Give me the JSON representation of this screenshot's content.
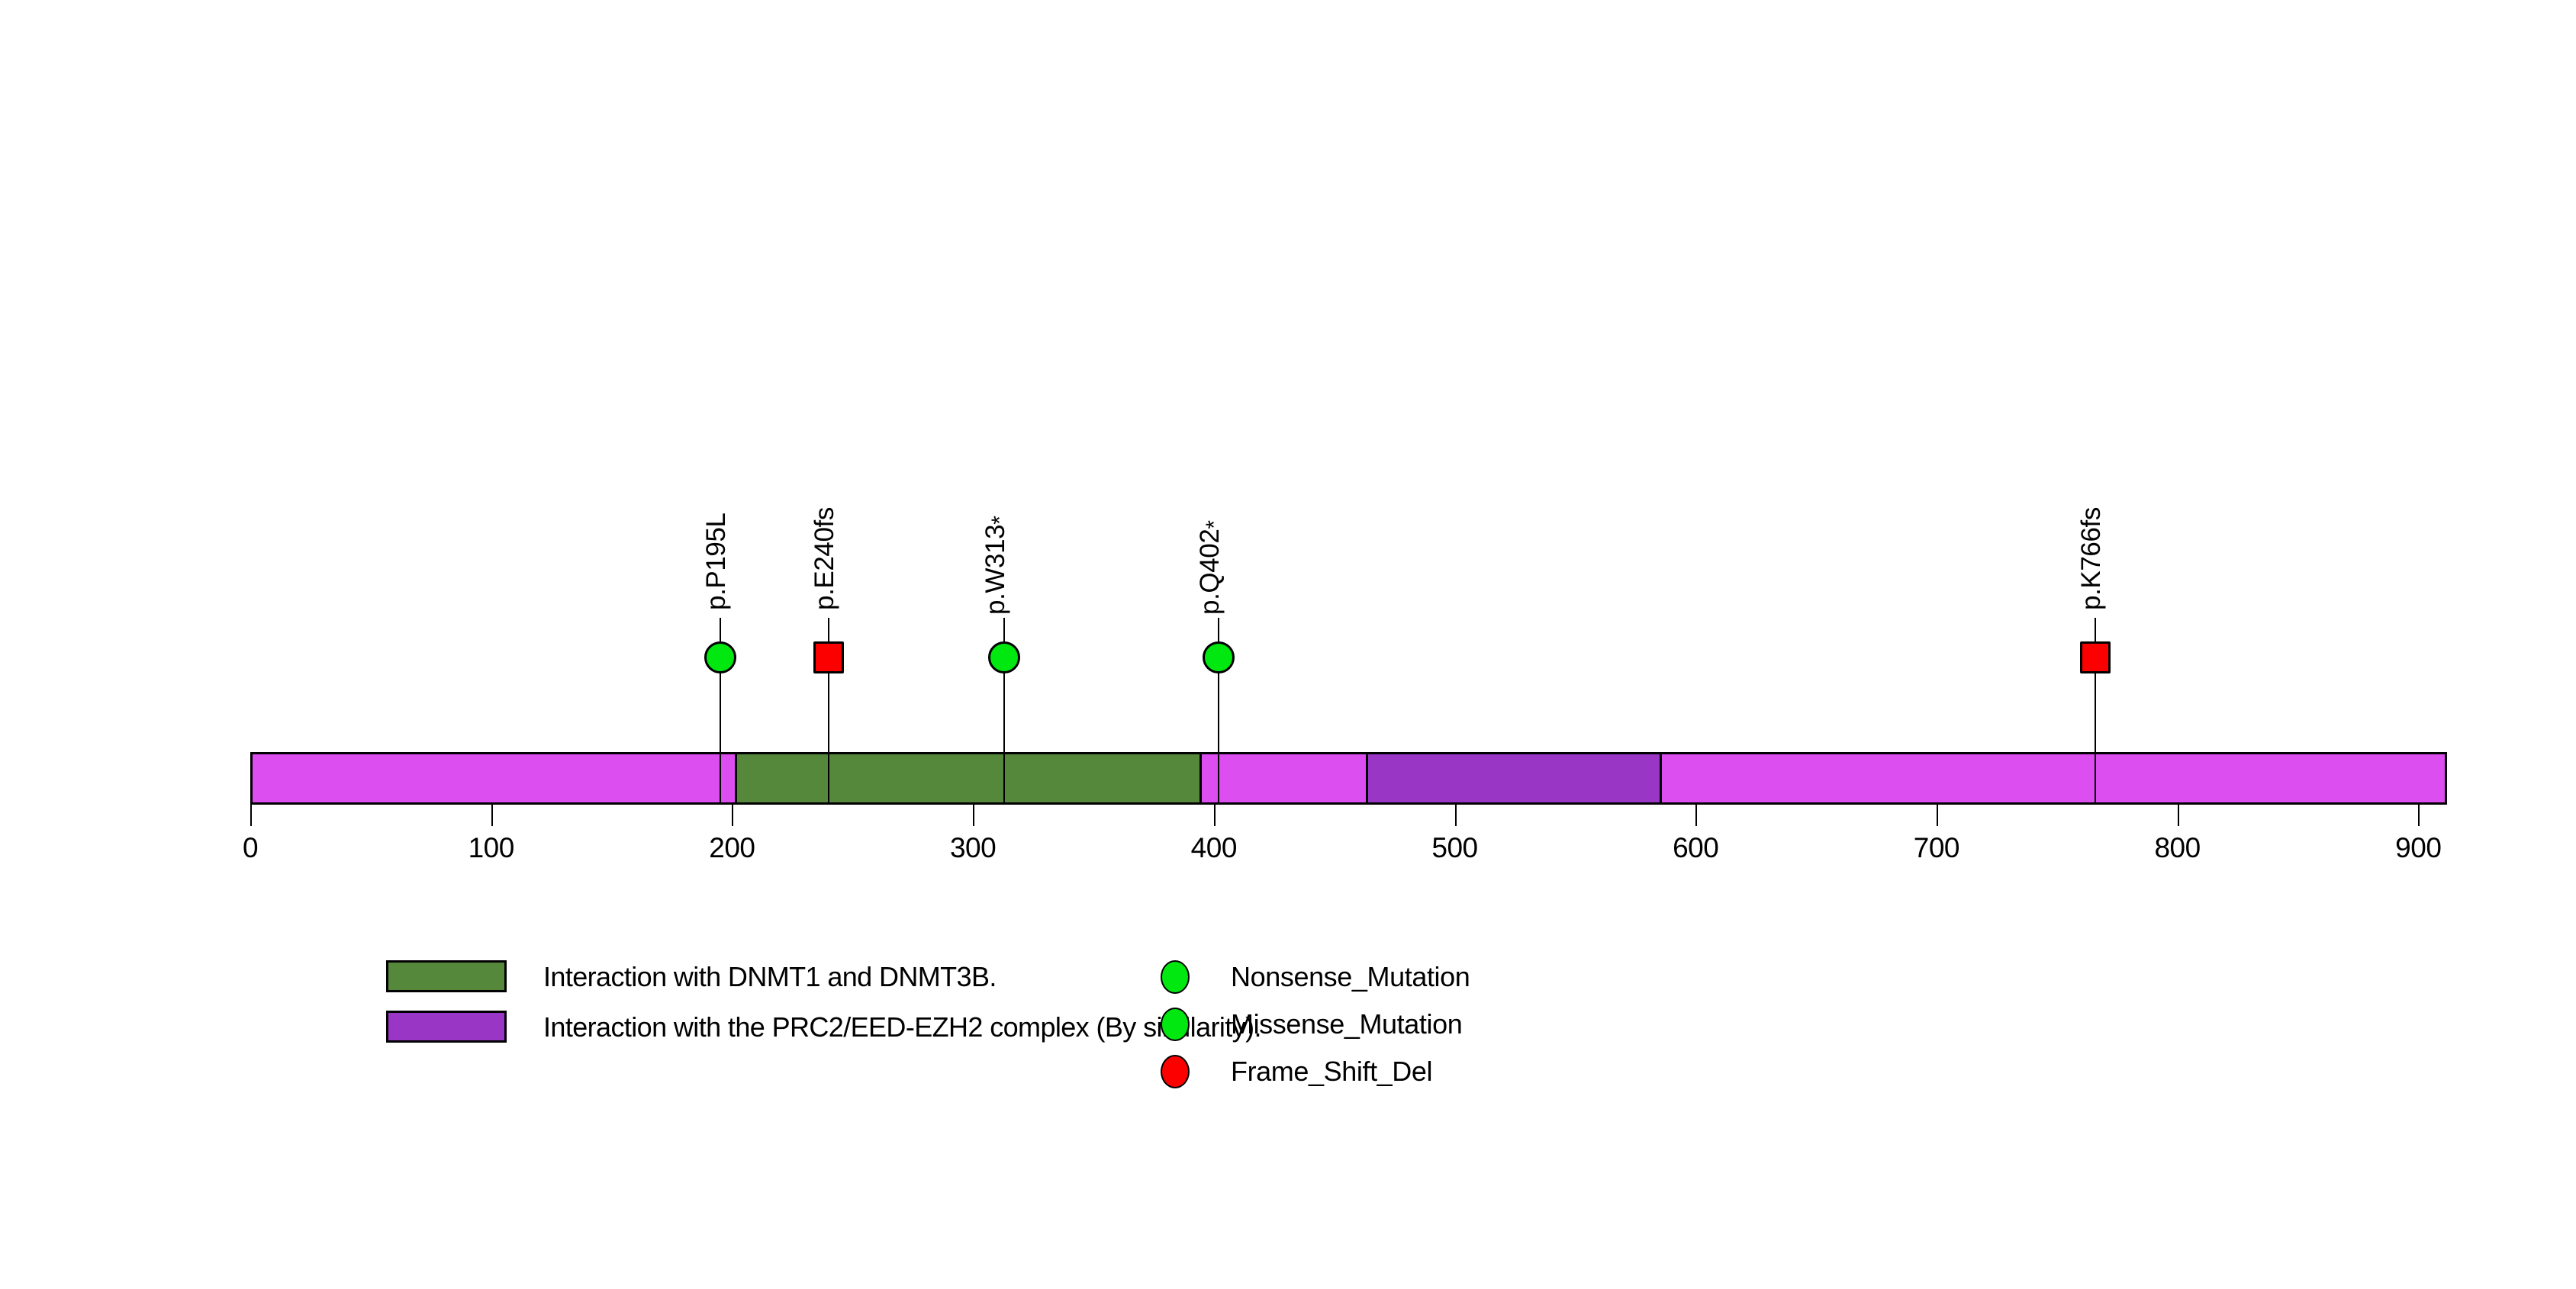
{
  "figure": {
    "type": "lollipop-plot",
    "protein_length": 912,
    "background": "#ffffff"
  },
  "chart_data": {
    "type": "lollipop",
    "title": "",
    "xlabel": "",
    "ylabel": "",
    "xlim": [
      0,
      912
    ],
    "grid": false,
    "legend_position": "bottom",
    "axis": {
      "ticks": [
        0,
        100,
        200,
        300,
        400,
        500,
        600,
        700,
        800,
        900
      ],
      "tick_labels": [
        "0",
        "100",
        "200",
        "300",
        "400",
        "500",
        "600",
        "700",
        "800",
        "900"
      ]
    },
    "backbone": {
      "start": 0,
      "end": 912,
      "color": "#dd4ef0"
    },
    "domains": [
      {
        "label": "Interaction with DNMT1 and DNMT3B.",
        "start": 201,
        "end": 395,
        "color": "#55883b"
      },
      {
        "label": "Interaction with the PRC2/EED-EZH2 complex (By similarity).",
        "start": 463,
        "end": 586,
        "color": "#9a36c6"
      }
    ],
    "mutations": [
      {
        "label": "p.P195L",
        "position": 195,
        "type": "Nonsense_Mutation",
        "marker": "circle",
        "color": "#00e810"
      },
      {
        "label": "p.E240fs",
        "position": 240,
        "type": "Frame_Shift_Del",
        "marker": "square",
        "color": "#fc0000"
      },
      {
        "label": "p.W313*",
        "position": 313,
        "type": "Nonsense_Mutation",
        "marker": "circle",
        "color": "#00e810"
      },
      {
        "label": "p.Q402*",
        "position": 402,
        "type": "Nonsense_Mutation",
        "marker": "circle",
        "color": "#00e810"
      },
      {
        "label": "p.K766fs",
        "position": 766,
        "type": "Frame_Shift_Del",
        "marker": "square",
        "color": "#fc0000"
      }
    ]
  },
  "legend": {
    "domains": [
      {
        "label": "Interaction with DNMT1 and DNMT3B.",
        "color": "#55883b"
      },
      {
        "label": "Interaction with the PRC2/EED-EZH2 complex (By similarity).",
        "color": "#9a36c6"
      }
    ],
    "mutation_types": [
      {
        "label": "Nonsense_Mutation",
        "color": "#00e810"
      },
      {
        "label": "Missense_Mutation",
        "color": "#00e810"
      },
      {
        "label": "Frame_Shift_Del",
        "color": "#fc0000"
      }
    ]
  }
}
